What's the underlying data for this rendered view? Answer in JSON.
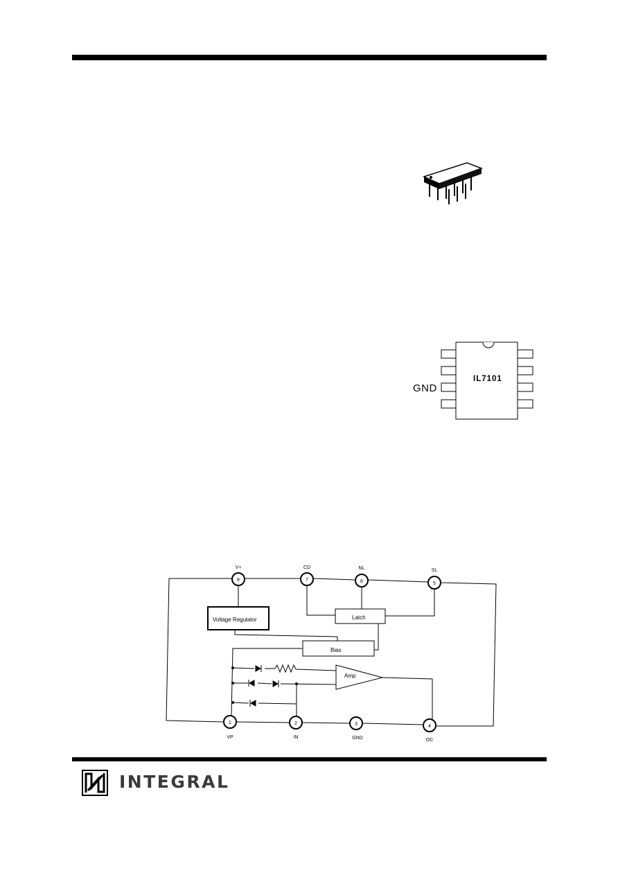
{
  "pinout": {
    "chip_label": "IL7101",
    "gnd_label": "GND"
  },
  "block_diagram": {
    "blocks": {
      "voltage_regulator": "Voltage Regulator",
      "latch": "Latch",
      "bias": "Bias",
      "amp": "Amp"
    },
    "pins": [
      {
        "number": "1",
        "label": "VP"
      },
      {
        "number": "2",
        "label": "IN"
      },
      {
        "number": "3",
        "label": "GND"
      },
      {
        "number": "4",
        "label": "OC"
      },
      {
        "number": "5",
        "label": "SL"
      },
      {
        "number": "6",
        "label": "NL"
      },
      {
        "number": "7",
        "label": "CD"
      },
      {
        "number": "8",
        "label": "V+"
      }
    ]
  },
  "footer": {
    "brand": "INTEGRAL"
  }
}
